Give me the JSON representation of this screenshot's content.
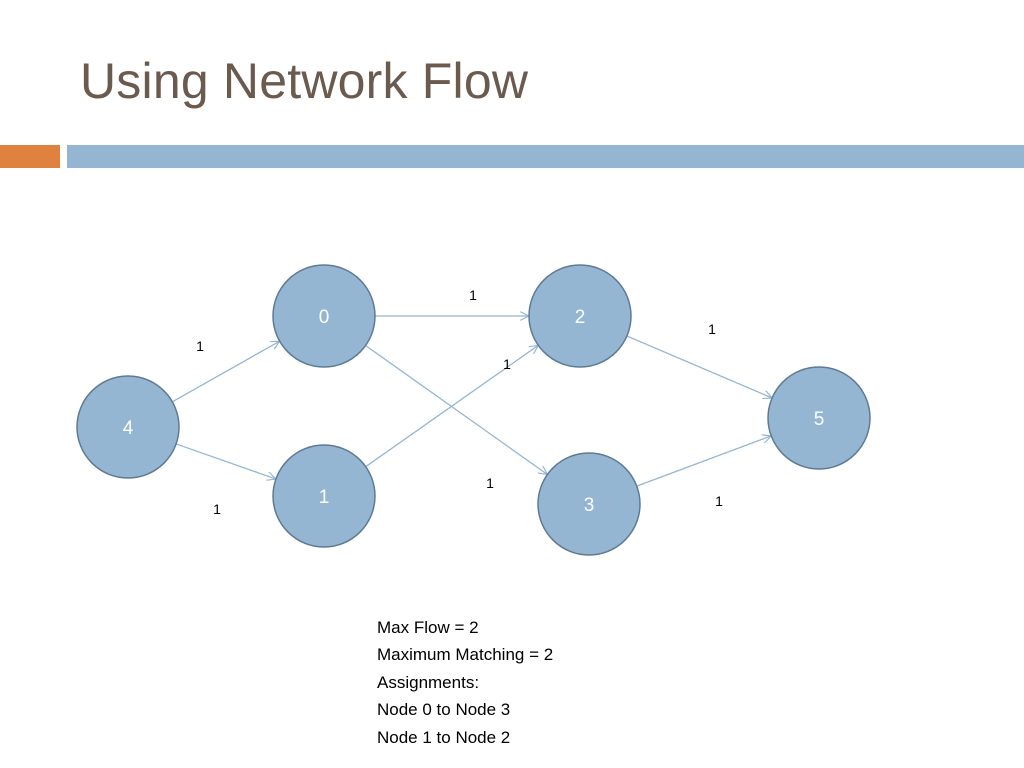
{
  "slide": {
    "title": "Using Network Flow",
    "accent_color": "#e0823f",
    "bar_color": "#94b6d2",
    "node_fill": "#94b6d2",
    "node_stroke": "#5f7a93",
    "edge_color": "#94b6d2"
  },
  "graph": {
    "nodes": [
      "0",
      "1",
      "2",
      "3",
      "4",
      "5"
    ],
    "edges": [
      {
        "from": "4",
        "to": "0",
        "capacity": "1"
      },
      {
        "from": "4",
        "to": "1",
        "capacity": "1"
      },
      {
        "from": "0",
        "to": "2",
        "capacity": "1"
      },
      {
        "from": "0",
        "to": "3",
        "capacity": "1"
      },
      {
        "from": "1",
        "to": "2",
        "capacity": "1"
      },
      {
        "from": "2",
        "to": "5",
        "capacity": "1"
      },
      {
        "from": "3",
        "to": "5",
        "capacity": "1"
      }
    ]
  },
  "notes": [
    "Max Flow = 2",
    "Maximum Matching = 2",
    "Assignments:",
    "Node 0 to Node 3",
    "Node 1 to Node 2"
  ]
}
